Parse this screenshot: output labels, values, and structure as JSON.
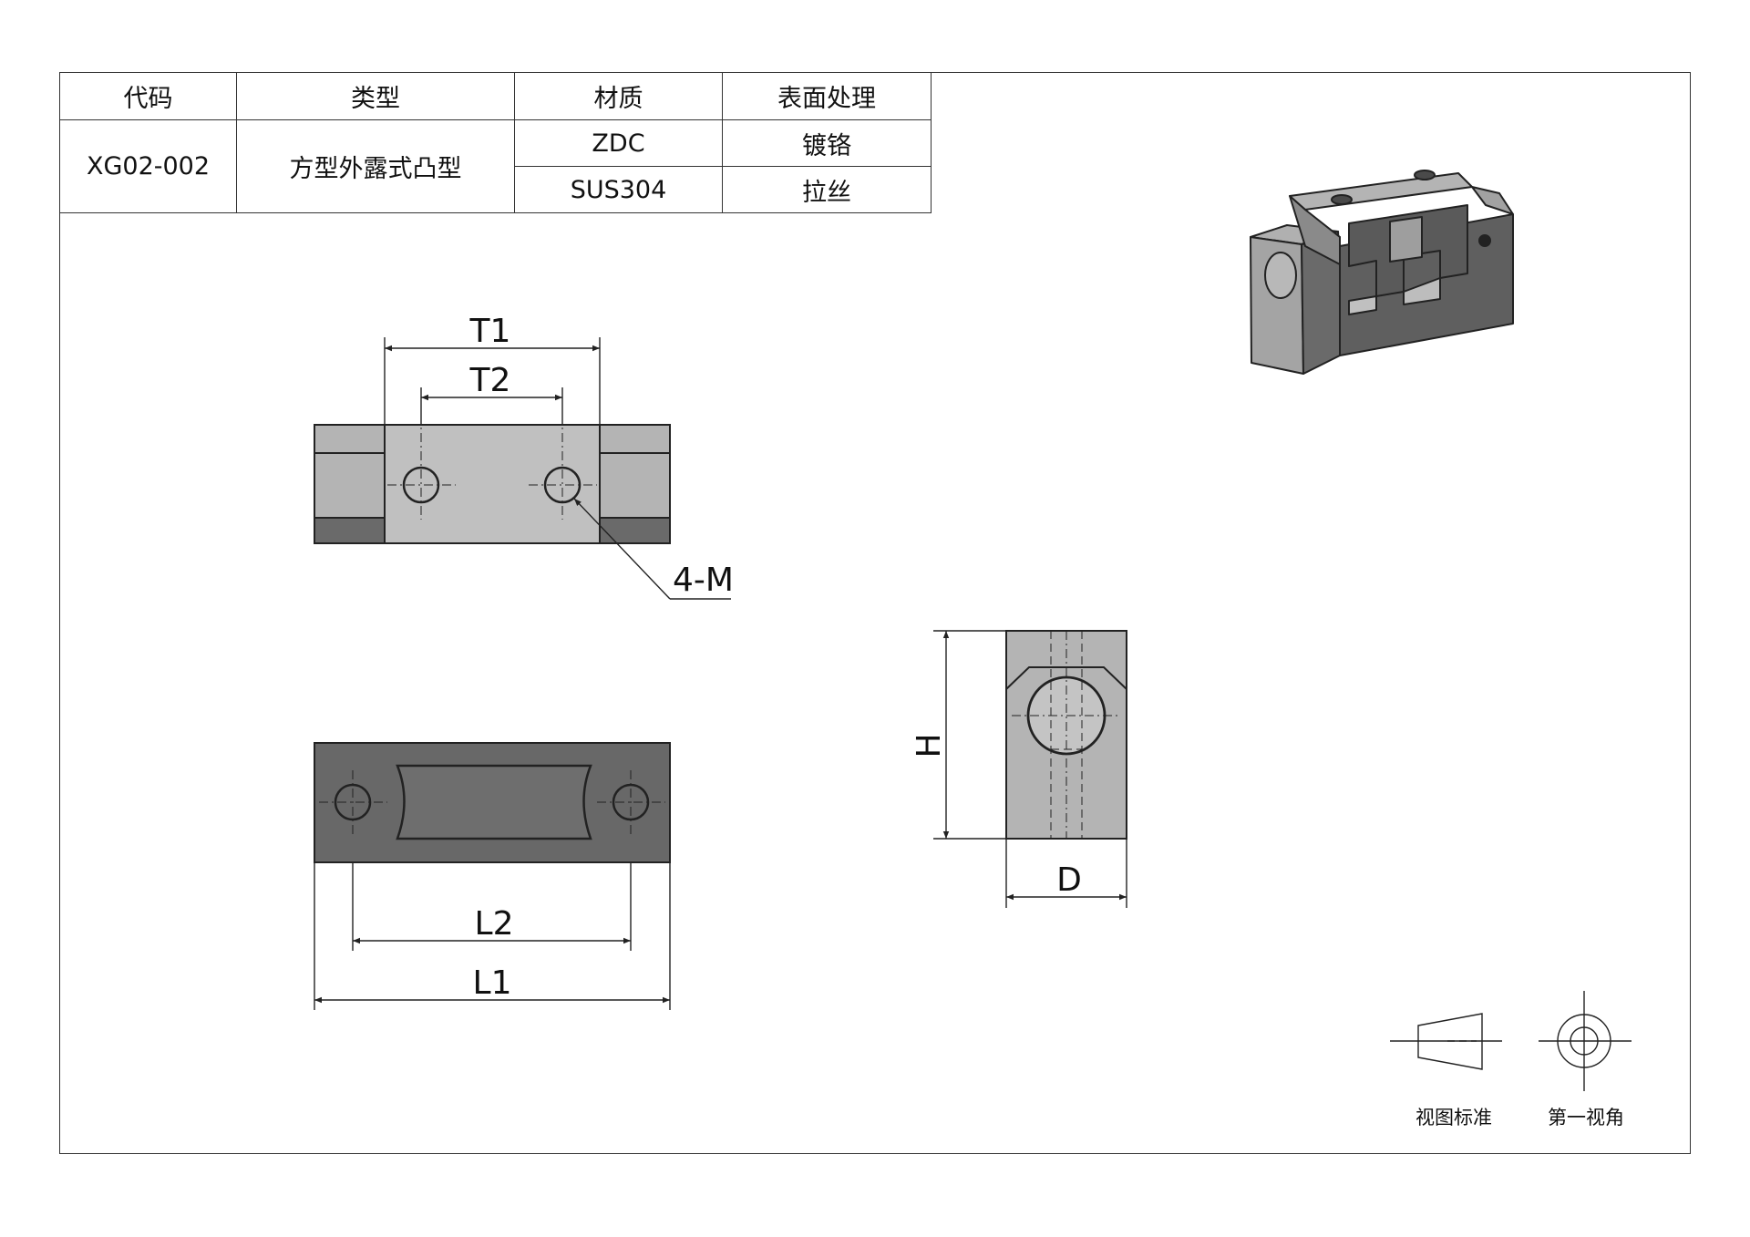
{
  "table": {
    "headers": [
      "代码",
      "类型",
      "材质",
      "表面处理"
    ],
    "code": "XG02-002",
    "type": "方型外露式凸型",
    "materials": [
      "ZDC",
      "SUS304"
    ],
    "finishes": [
      "镀铬",
      "拉丝"
    ]
  },
  "dimensions": {
    "t1": "T1",
    "t2": "T2",
    "hole_callout": "4-M",
    "l2": "L2",
    "l1": "L1",
    "h": "H",
    "d": "D"
  },
  "legend": {
    "view_standard": "视图标准",
    "first_angle": "第一视角"
  },
  "colors": {
    "light_face": "#b4b4b4",
    "dark_face": "#686868",
    "line": "#222222",
    "iso_top": "#a8a8a8",
    "iso_dark": "#5f5f5f"
  }
}
